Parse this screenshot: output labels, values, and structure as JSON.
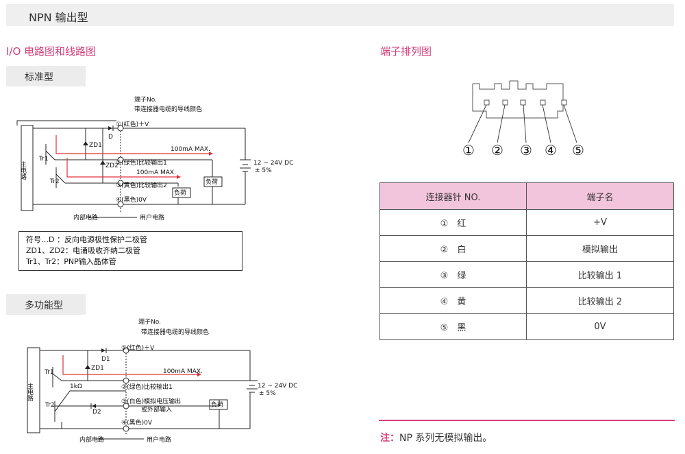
{
  "header": {
    "title": "NPN 输出型"
  },
  "io_section": {
    "title": "I/O 电路图和线路图"
  },
  "standard": {
    "label": "标准型",
    "terminal_no": "端子No.",
    "cable_color": "带连接器电缆的导线颜色",
    "main_circuit": "主电路",
    "t1": "①(红色)＋V",
    "t2": "②(绿色)比较输出1",
    "t3": "③(黄色)比较输出2",
    "t4": "④(黑色)0V",
    "diode": "D",
    "zd1": "ZD1",
    "zd2": "ZD2",
    "tr1": "Tr1",
    "tr2": "Tr2",
    "max1": "100mA MAX.",
    "max2": "100mA MAX.",
    "load1": "负荷",
    "load2": "负荷",
    "supply": "12 ~ 24V DC",
    "supply_tol": "± 5%",
    "internal": "内部电路",
    "user": "用户电路",
    "legend": [
      "符号…D ：反向电源极性保护二极管",
      "ZD1、ZD2：电涌吸收齐纳二极管",
      "Tr1、Tr2：PNP输入晶体管"
    ]
  },
  "multi": {
    "label": "多功能型",
    "terminal_no": "端子No.",
    "cable_color": "带连接器电缆的导线颜色",
    "main_circuit": "主电路",
    "t1": "①(红色)＋V",
    "t2": "②(绿色)比较输出1",
    "t3_line1": "③(白色)模拟电压输出",
    "t3_line2": "或外部输入",
    "t4": "④(黑色)0V",
    "d1": "D1",
    "d2": "D2",
    "zd1": "ZD1",
    "tr1": "Tr1",
    "tr2": "Tr2",
    "r1k": "1kΩ",
    "max1": "100mA MAX.",
    "load": "负荷",
    "supply": "12 ~ 24V DC",
    "supply_tol": "± 5%",
    "internal": "内部电路",
    "user": "用户电路"
  },
  "terminal_section": {
    "title": "端子排列图",
    "pins": [
      "①",
      "②",
      "③",
      "④",
      "⑤"
    ]
  },
  "pin_table": {
    "headers": [
      "连接器针 NO.",
      "端子名"
    ],
    "rows": [
      {
        "pin": "①　红",
        "name": "+V"
      },
      {
        "pin": "②　白",
        "name": "模拟输出"
      },
      {
        "pin": "③　绿",
        "name": "比较输出 1"
      },
      {
        "pin": "④　黄",
        "name": "比较输出 2"
      },
      {
        "pin": "⑤　黑",
        "name": "0V"
      }
    ]
  },
  "note": {
    "prefix": "注：",
    "text": "NP 系列无模拟输出。"
  },
  "colors": {
    "accent": "#d23d79",
    "table_header": "#f3c5dd",
    "red_line": "#e0303a"
  }
}
